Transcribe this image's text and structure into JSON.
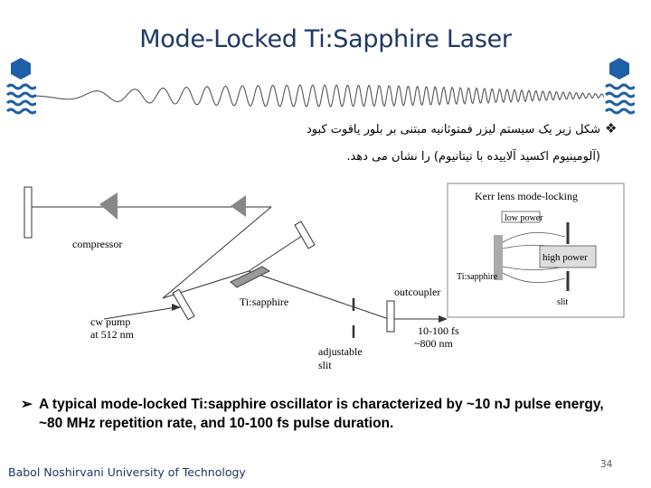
{
  "slide": {
    "title": "Mode-Locked Ti:Sapphire Laser",
    "persian_line1": "شکل زیر یک سیستم لیزر فمتوثانیه مبتنی بر بلور یاقوت کبود",
    "persian_line2": "(آلومینیوم اکسید آلاییده با تیتانیوم) را نشان می دهد.",
    "bullet_text": "A typical mode-locked Ti:sapphire oscillator is characterized by ~10 nJ pulse energy, ~80 MHz repetition rate, and 10-100 fs pulse duration.",
    "footer": "Babol Noshirvani University of Technology",
    "page_number": "34",
    "colors": {
      "title": "#1f3864",
      "logo": "#1f5fa8",
      "footer": "#1f3864"
    }
  },
  "diagram": {
    "labels": {
      "compressor": "compressor",
      "ti_sapphire": "Ti:sapphire",
      "outcoupler": "outcoupler",
      "cw_pump": "cw pump",
      "at_512nm": "at 512 nm",
      "fs_range": "10-100 fs",
      "nm_800": "~800 nm",
      "adjustable": "adjustable",
      "slit": "slit"
    },
    "inset": {
      "title": "Kerr lens mode-locking",
      "low_power": "low power",
      "high_power": "high power",
      "ti_sapphire": "Ti:sapphire",
      "slit": "slit"
    }
  }
}
